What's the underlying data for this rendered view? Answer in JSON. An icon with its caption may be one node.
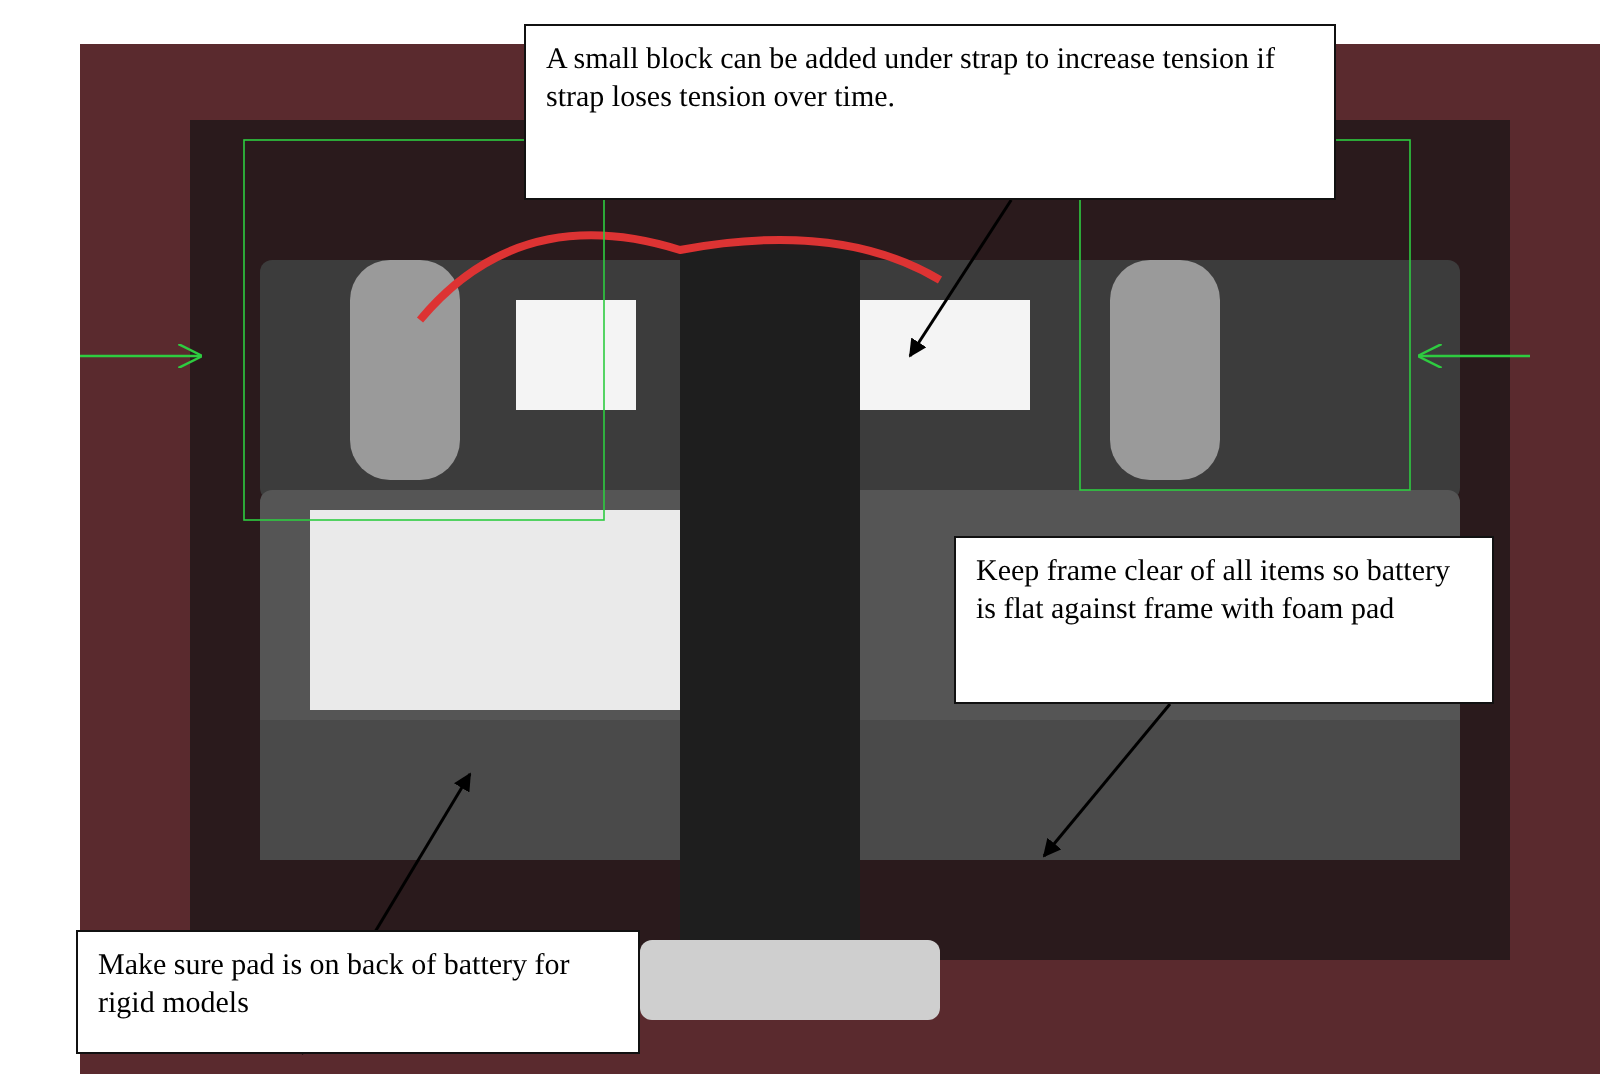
{
  "diagram": {
    "nodes": [
      {
        "text": [
          "A small block can be added under strap to increase tension if strap loses tension over time."
        ]
      },
      {
        "text": [
          "Keep frame clear of all items so battery is flat against frame with foam pad"
        ]
      },
      {
        "text": [
          "Make sure pad is on back of battery for rigid models"
        ]
      }
    ],
    "edges": [
      {
        "from": 0,
        "to": null,
        "arrow": "to"
      },
      {
        "from": 1,
        "to": null,
        "arrow": "to"
      },
      {
        "from": 2,
        "to": null,
        "arrow": "to"
      }
    ]
  }
}
